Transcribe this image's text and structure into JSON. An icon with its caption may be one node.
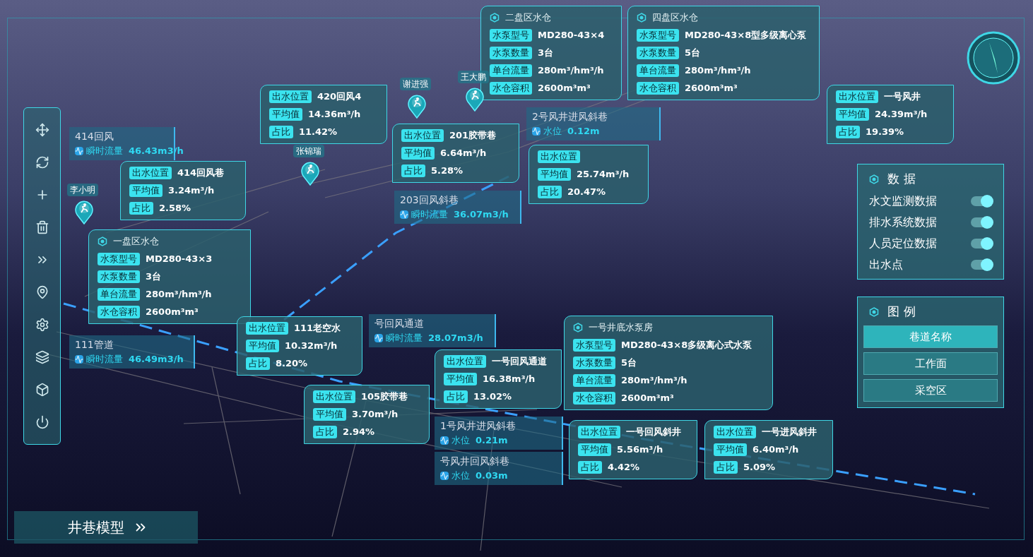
{
  "diagram": {
    "nodes": [
      {
        "text": [
          "四盘区水仓",
          "水泵型号",
          "MD280-43×8型多级离心泵",
          "水泵数量",
          "5台",
          "单台流量",
          "280m³/hm³/h",
          "水仓容积",
          "2600m³m³"
        ]
      },
      {
        "text": [
          "二盘区水仓",
          "水泵型号",
          "MD280-43×4",
          "水泵数量",
          "3台",
          "单台流量",
          "280m³/hm³/h",
          "水仓容积",
          "2600m³m³"
        ]
      },
      {
        "text": [
          "出水位置",
          "一号风井",
          "平均值",
          "24.39m³/h",
          "占比",
          "19.39%"
        ]
      },
      {
        "text": [
          "2号风井进风斜巷",
          "水位",
          "0.12m"
        ]
      },
      {
        "text": [
          "出水位置",
          "420回风4",
          "平均值",
          "14.36m³/h",
          "占比",
          "11.42%"
        ]
      },
      {
        "text": [
          "出水位置",
          "201胶带巷",
          "平均值",
          "6.64m³/h",
          "占比",
          "5.28%"
        ]
      },
      {
        "text": [
          "出水位置",
          "平均值",
          "25.74m³/h",
          "占比",
          "20.47%"
        ]
      },
      {
        "text": [
          "414回风",
          "瞬时流量",
          "46.43m3/h"
        ]
      },
      {
        "text": [
          "出水位置",
          "414回风巷",
          "平均值",
          "3.24m³/h",
          "占比",
          "2.58%"
        ]
      },
      {
        "text": [
          "203回风斜巷",
          "瞬时流量",
          "36.07m3/h"
        ]
      },
      {
        "text": [
          "一盘区水仓",
          "水泵型号",
          "MD280-43×3",
          "水泵数量",
          "3台",
          "单台流量",
          "280m³/hm³/h",
          "水仓容积",
          "2600m³m³"
        ]
      },
      {
        "text": [
          "数据",
          "水文监测数据",
          "排水系统数据",
          "人员定位数据",
          "出水点"
        ]
      },
      {
        "text": [
          "图例"
        ]
      },
      {
        "text": [
          "巷道名称"
        ],
        "in": 12
      },
      {
        "text": [
          "工作面"
        ],
        "in": 12
      },
      {
        "text": [
          "采空区"
        ],
        "in": 12
      },
      {
        "text": [
          "111管道",
          "瞬时流量",
          "46.49m3/h"
        ]
      },
      {
        "text": [
          "出水位置",
          "111老空水",
          "平均值",
          "10.32m³/h",
          "占比",
          "8.20%"
        ]
      },
      {
        "text": [
          "号回风通道",
          "瞬时流量",
          "28.07m3/h"
        ]
      },
      {
        "text": [
          "一号井底水泵房",
          "水泵型号",
          "MD280-43×8多级离心式水泵",
          "水泵数量",
          "5台",
          "单台流量",
          "280m³/hm³/h",
          "水仓容积",
          "2600m³m³"
        ]
      },
      {
        "text": [
          "出水位置",
          "一号回风通道",
          "平均值",
          "16.38m³/h",
          "占比",
          "13.02%"
        ]
      },
      {
        "text": [
          "出水位置",
          "105胶带巷",
          "平均值",
          "3.70m³/h",
          "占比",
          "2.94%"
        ]
      },
      {
        "text": [
          "1号风井进风斜巷",
          "水位",
          "0.21m"
        ]
      },
      {
        "text": [
          "出水位置",
          "一号回风斜井",
          "平均值",
          "5.56m³/h",
          "占比",
          "4.42%"
        ]
      },
      {
        "text": [
          "出水位置",
          "一号进风斜井",
          "平均值",
          "6.40m³/h",
          "占比",
          "5.09%"
        ]
      },
      {
        "text": [
          "号风井回风斜巷",
          "水位",
          "0.03m"
        ]
      },
      {
        "text": [
          "井巷模型"
        ]
      }
    ],
    "labels": [
      "王大鹏",
      "谢进强",
      "张锦瑞",
      "李小明"
    ]
  }
}
